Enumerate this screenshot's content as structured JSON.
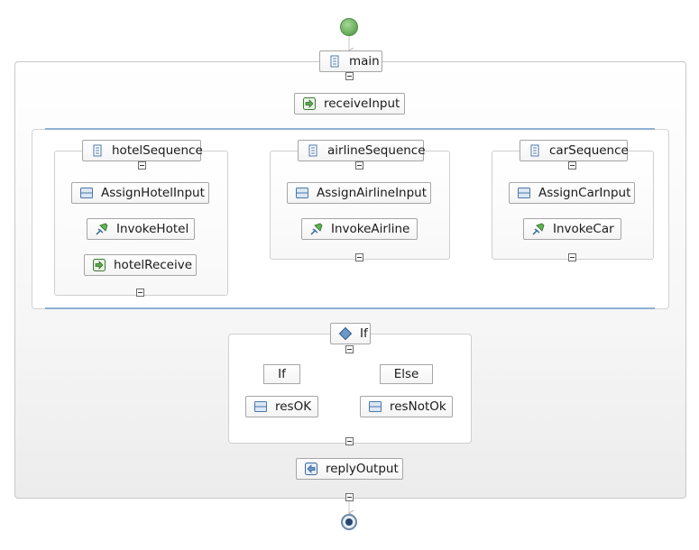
{
  "process": {
    "main_label": "main",
    "receive_input": "receiveInput",
    "reply_output": "replyOutput"
  },
  "flow": {
    "sequences": [
      {
        "label": "hotelSequence",
        "activities": [
          "AssignHotelInput",
          "InvokeHotel",
          "hotelReceive"
        ]
      },
      {
        "label": "airlineSequence",
        "activities": [
          "AssignAirlineInput",
          "InvokeAirline"
        ]
      },
      {
        "label": "carSequence",
        "activities": [
          "AssignCarInput",
          "InvokeCar"
        ]
      }
    ]
  },
  "if_block": {
    "label": "If",
    "if_branch": {
      "label": "If",
      "activity": "resOK"
    },
    "else_branch": {
      "label": "Else",
      "activity": "resNotOk"
    }
  },
  "icons": {
    "sequence": "sequence-icon",
    "receive": "receive-arrow-icon",
    "assign": "assign-icon",
    "invoke": "invoke-icon",
    "reply": "reply-arrow-icon",
    "if": "diamond-icon"
  },
  "colors": {
    "start": "#6fb462",
    "end": "#27466d",
    "flow_line": "#8eb0d4",
    "connector": "#c8c8c8"
  }
}
